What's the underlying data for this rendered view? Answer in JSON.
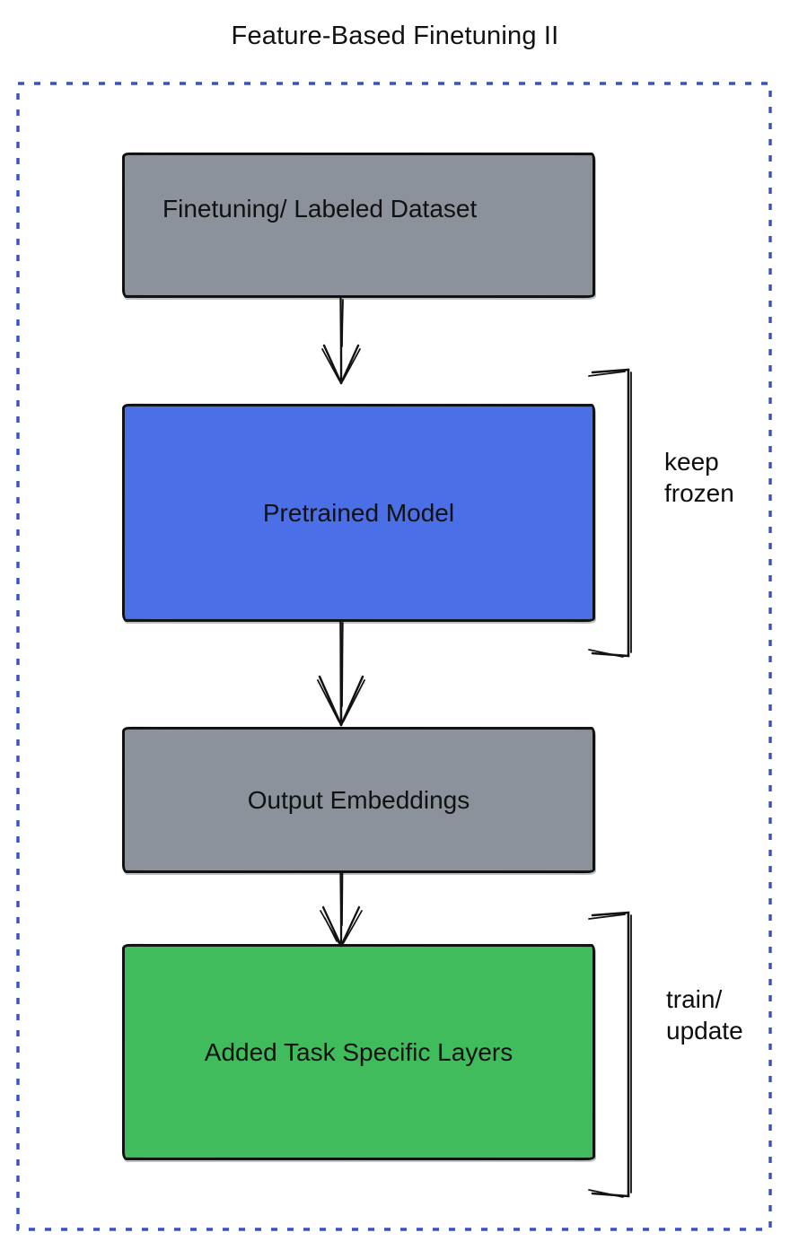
{
  "title": "Feature-Based Finetuning II",
  "colors": {
    "title_blue": "#3B50C9",
    "frame_blue": "#3A50C6",
    "box_gray": "#8B929C",
    "box_blue": "#4A6FE6",
    "box_green": "#40BC5C",
    "ink": "#121212"
  },
  "flow": {
    "boxes": [
      {
        "id": "finetuning-dataset",
        "label": "Finetuning/ Labeled Dataset",
        "fill": "#8B929C"
      },
      {
        "id": "pretrained-model",
        "label": "Pretrained Model",
        "fill": "#4A6FE6"
      },
      {
        "id": "output-embeddings",
        "label": "Output Embeddings",
        "fill": "#8B929C"
      },
      {
        "id": "added-task-layers",
        "label": "Added Task Specific Layers",
        "fill": "#40BC5C"
      }
    ],
    "annotations": [
      {
        "text": "keep\nfrozen",
        "applies_to": "Pretrained Model"
      },
      {
        "text": "train/\nupdate",
        "applies_to": "Added Task Specific Layers"
      }
    ]
  }
}
